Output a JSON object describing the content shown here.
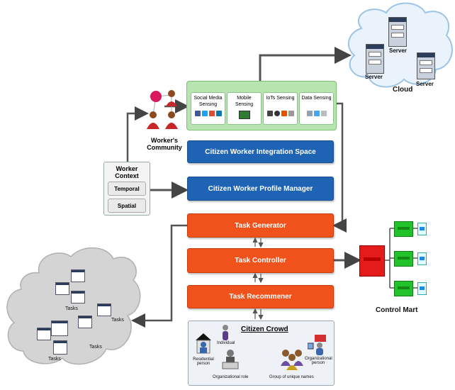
{
  "cloud": {
    "label": "Cloud",
    "servers": [
      "Server",
      "Server",
      "Server"
    ]
  },
  "sensing": [
    {
      "label": "Social Media Sensing"
    },
    {
      "label": "Mobile Sensing"
    },
    {
      "label": "IoTs Sensing"
    },
    {
      "label": "Data Sensing"
    }
  ],
  "community": {
    "label": "Worker's Community"
  },
  "context": {
    "title": "Worker Context",
    "items": [
      "Temporal",
      "Spatial"
    ]
  },
  "blue_blocks": [
    "Citizen Worker Integration Space",
    "Citizen Worker Profile Manager"
  ],
  "orange_blocks": [
    "Task Generator",
    "Task Controller",
    "Task Recommener"
  ],
  "tasks_cloud": {
    "labels": [
      "Tasks",
      "Tasks",
      "Tasks",
      "Tasks"
    ]
  },
  "control_mart": {
    "label": "Control Mart"
  },
  "crowd": {
    "title": "Citizen Crowd",
    "people": [
      "Individual",
      "Residential person",
      "Organizational role",
      "Group of unique names",
      "Organizational person"
    ]
  }
}
